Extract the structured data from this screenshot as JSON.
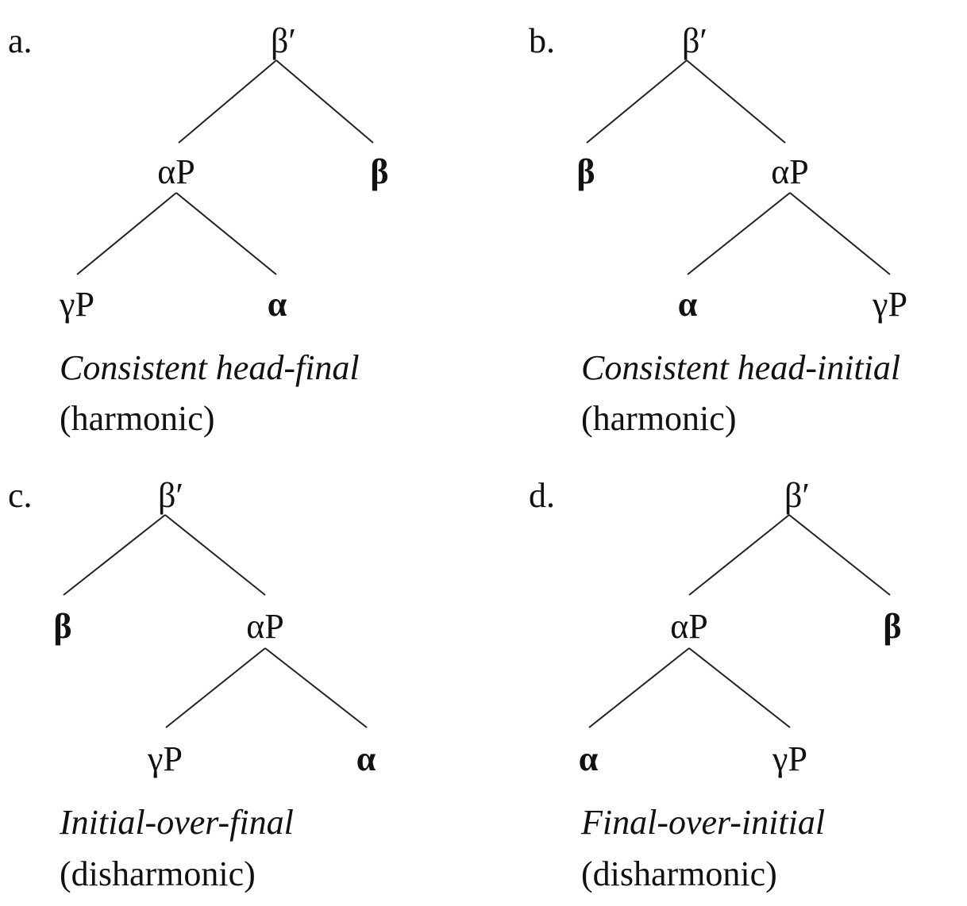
{
  "panels": [
    {
      "letter": "a.",
      "root": "β′",
      "level1": {
        "left": "αP",
        "right": "β"
      },
      "level2": {
        "left": "γP",
        "right": "α"
      },
      "caption": "Consistent head-final",
      "subcaption": "(harmonic)"
    },
    {
      "letter": "b.",
      "root": "β′",
      "level1": {
        "left": "β",
        "right": "αP"
      },
      "level2": {
        "left": "α",
        "right": "γP"
      },
      "caption": "Consistent head-initial",
      "subcaption": "(harmonic)"
    },
    {
      "letter": "c.",
      "root": "β′",
      "level1": {
        "left": "β",
        "right": "αP"
      },
      "level2": {
        "left": "γP",
        "right": "α"
      },
      "caption": "Initial-over-final",
      "subcaption": "(disharmonic)"
    },
    {
      "letter": "d.",
      "root": "β′",
      "level1": {
        "left": "αP",
        "right": "β"
      },
      "level2": {
        "left": "α",
        "right": "γP"
      },
      "caption": "Final-over-initial",
      "subcaption": "(disharmonic)"
    }
  ]
}
